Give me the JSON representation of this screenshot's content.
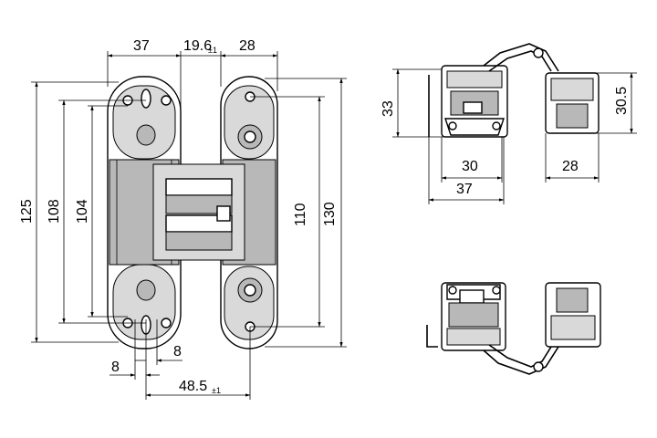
{
  "dimensions": {
    "top_37": "37",
    "top_19_6": "19.6",
    "tol_19_6": "±1",
    "top_28": "28",
    "left_125": "125",
    "left_108": "108",
    "left_104": "104",
    "right_110": "110",
    "right_130": "130",
    "bottom_8a": "8",
    "bottom_8b": "8",
    "bottom_48_5": "48.5",
    "tol_48_5": "±1",
    "side_33": "33",
    "side_30_5": "30.5",
    "side_30": "30",
    "side_28": "28",
    "side_37": "37"
  },
  "colors": {
    "line": "#000000",
    "metal_light": "#d9d9d9",
    "metal_dark": "#b8b8b8",
    "background": "#ffffff"
  }
}
